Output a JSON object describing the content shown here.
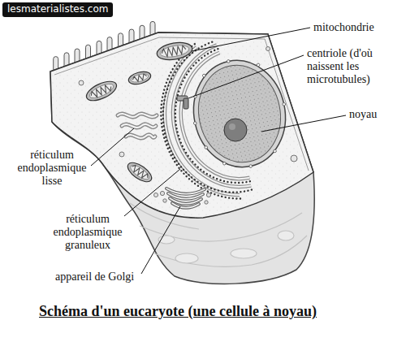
{
  "diagram": {
    "caption": "Schéma d'un eucaryote (une cellule à noyau)",
    "labels": [
      "lesmaterialistes.com",
      "mitochondrie",
      "centriole (d'où naissent les microtubules)",
      "noyau",
      "réticulum endoplasmique lisse",
      "réticulum endoplasmique granuleux",
      "appareil de Golgi"
    ]
  }
}
